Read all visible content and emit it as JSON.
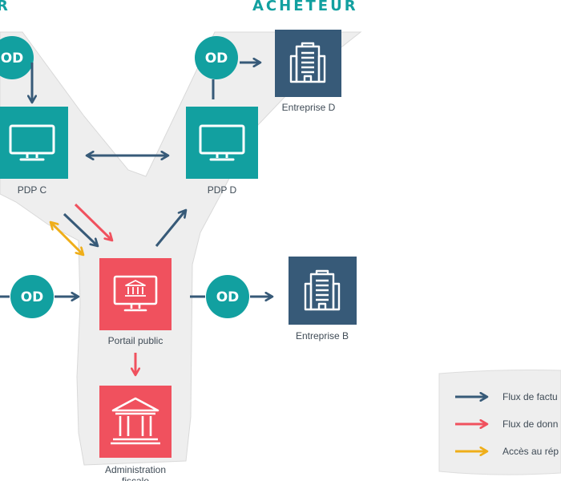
{
  "headers": {
    "seller_partial": "R",
    "buyer": "ACHETEUR"
  },
  "nodes": {
    "pdp_c": "PDP C",
    "pdp_d": "PDP D",
    "entreprise_d": "Entreprise D",
    "entreprise_b": "Entreprise B",
    "portail_public": "Portail public",
    "administration_line1": "Administration",
    "administration_line2": "fiscale"
  },
  "od_label": "OD",
  "legend": {
    "invoice_flow": "Flux de factu",
    "data_flow": "Flux de donn",
    "directory_access": "Accès au rép"
  },
  "colors": {
    "teal": "#12a0a0",
    "navy": "#375a78",
    "coral": "#f0515e",
    "gold": "#efae19",
    "band": "#eeeeee",
    "text": "#3f4b56"
  }
}
